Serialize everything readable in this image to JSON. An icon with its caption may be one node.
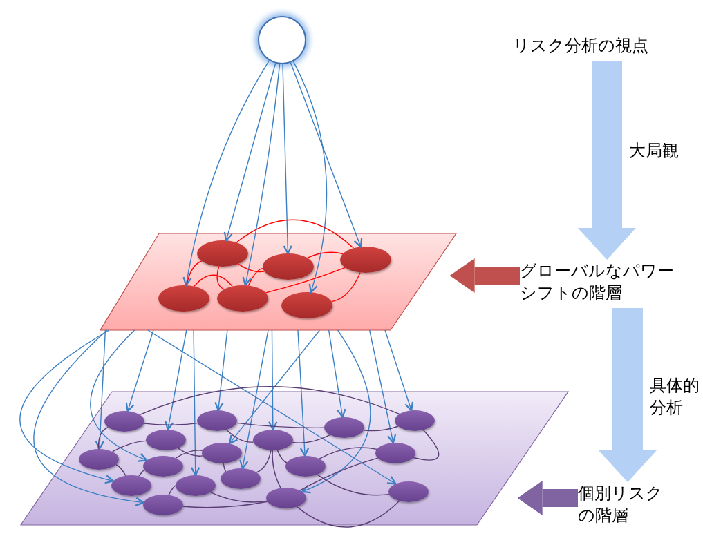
{
  "diagram": {
    "nodes": [
      {
        "text": [],
        "shape": "circle"
      },
      {
        "text": [],
        "shape": "parallelogram"
      },
      {
        "text": [],
        "shape": "ellipse",
        "in": 1
      },
      {
        "text": [],
        "shape": "ellipse",
        "in": 1
      },
      {
        "text": [],
        "shape": "ellipse",
        "in": 1
      },
      {
        "text": [],
        "shape": "ellipse",
        "in": 1
      },
      {
        "text": [],
        "shape": "ellipse",
        "in": 1
      },
      {
        "text": [],
        "shape": "ellipse",
        "in": 1
      },
      {
        "text": [],
        "shape": "parallelogram"
      },
      {
        "text": [],
        "shape": "ellipse",
        "in": 8
      },
      {
        "text": [],
        "shape": "ellipse",
        "in": 8
      },
      {
        "text": [],
        "shape": "ellipse",
        "in": 8
      },
      {
        "text": [],
        "shape": "ellipse",
        "in": 8
      },
      {
        "text": [],
        "shape": "ellipse",
        "in": 8
      },
      {
        "text": [],
        "shape": "ellipse",
        "in": 8
      },
      {
        "text": [],
        "shape": "ellipse",
        "in": 8
      },
      {
        "text": [],
        "shape": "ellipse",
        "in": 8
      },
      {
        "text": [],
        "shape": "ellipse",
        "in": 8
      },
      {
        "text": [],
        "shape": "ellipse",
        "in": 8
      },
      {
        "text": [],
        "shape": "ellipse",
        "in": 8
      },
      {
        "text": [],
        "shape": "ellipse",
        "in": 8
      },
      {
        "text": [],
        "shape": "ellipse",
        "in": 8
      },
      {
        "text": [],
        "shape": "ellipse",
        "in": 8
      },
      {
        "text": [],
        "shape": "ellipse",
        "in": 8
      },
      {
        "text": [],
        "shape": "ellipse",
        "in": 8
      },
      {
        "text": [],
        "shape": "ellipse",
        "in": 8
      },
      {
        "text": [
          "リスク分析の視点"
        ]
      },
      {
        "text": [
          "グローバルなパワーシフトの階層"
        ]
      },
      {
        "text": [
          "個別リスクの階層"
        ]
      }
    ],
    "edges": [
      {
        "from": 0,
        "to": 2,
        "arrow": "to"
      },
      {
        "from": 0,
        "to": 3,
        "arrow": "to"
      },
      {
        "from": 0,
        "to": 4,
        "arrow": "to"
      },
      {
        "from": 0,
        "to": 5,
        "arrow": "to"
      },
      {
        "from": 0,
        "to": 6,
        "arrow": "to"
      },
      {
        "from": 0,
        "to": 7,
        "arrow": "to"
      },
      {
        "from": 1,
        "to": 9,
        "arrow": "to"
      },
      {
        "from": 1,
        "to": 10,
        "arrow": "to"
      },
      {
        "from": 1,
        "to": 11,
        "arrow": "to"
      },
      {
        "from": 1,
        "to": 12,
        "arrow": "to"
      },
      {
        "from": 1,
        "to": 13,
        "arrow": "to"
      },
      {
        "from": 1,
        "to": 14,
        "arrow": "to"
      },
      {
        "from": 1,
        "to": 15,
        "arrow": "to"
      },
      {
        "from": 1,
        "to": 16,
        "arrow": "to"
      },
      {
        "from": 1,
        "to": 17,
        "arrow": "to"
      },
      {
        "from": 1,
        "to": 18,
        "arrow": "to"
      },
      {
        "from": 1,
        "to": 19,
        "arrow": "to"
      },
      {
        "from": 1,
        "to": 20,
        "arrow": "to"
      },
      {
        "from": 1,
        "to": 21,
        "arrow": "to"
      },
      {
        "from": 1,
        "to": 22,
        "arrow": "to"
      },
      {
        "from": 1,
        "to": 23,
        "arrow": "to"
      },
      {
        "from": 1,
        "to": 24,
        "arrow": "to"
      },
      {
        "from": 1,
        "to": 25,
        "arrow": "to"
      },
      {
        "from": 2,
        "to": 4,
        "arrow": "none",
        "color": "#ff0000"
      },
      {
        "from": 2,
        "to": 3,
        "arrow": "none",
        "color": "#ff0000"
      },
      {
        "from": 3,
        "to": 4,
        "arrow": "none",
        "color": "#ff0000"
      },
      {
        "from": 2,
        "to": 5,
        "arrow": "none",
        "color": "#ff0000"
      },
      {
        "from": 5,
        "to": 6,
        "arrow": "none",
        "color": "#ff0000"
      },
      {
        "from": 2,
        "to": 6,
        "arrow": "none",
        "color": "#ff0000"
      },
      {
        "from": 3,
        "to": 6,
        "arrow": "none",
        "color": "#ff0000"
      },
      {
        "from": 6,
        "to": 4,
        "arrow": "none",
        "color": "#ff0000"
      },
      {
        "from": 7,
        "to": 4,
        "arrow": "none",
        "color": "#ff0000"
      },
      {
        "from": 9,
        "to": 12,
        "arrow": "none",
        "color": "#5a3d73"
      },
      {
        "from": 9,
        "to": 10,
        "arrow": "none",
        "color": "#5a3d73"
      },
      {
        "from": 10,
        "to": 11,
        "arrow": "none",
        "color": "#5a3d73"
      },
      {
        "from": 10,
        "to": 14,
        "arrow": "none",
        "color": "#5a3d73"
      },
      {
        "from": 11,
        "to": 14,
        "arrow": "none",
        "color": "#5a3d73"
      },
      {
        "from": 11,
        "to": 12,
        "arrow": "none",
        "color": "#5a3d73"
      },
      {
        "from": 12,
        "to": 18,
        "arrow": "none",
        "color": "#5a3d73"
      },
      {
        "from": 9,
        "to": 15,
        "arrow": "none",
        "color": "#5a3d73"
      },
      {
        "from": 15,
        "to": 13,
        "arrow": "none",
        "color": "#5a3d73"
      },
      {
        "from": 13,
        "to": 16,
        "arrow": "none",
        "color": "#5a3d73"
      },
      {
        "from": 17,
        "to": 16,
        "arrow": "none",
        "color": "#5a3d73"
      },
      {
        "from": 16,
        "to": 22,
        "arrow": "none",
        "color": "#5a3d73"
      },
      {
        "from": 14,
        "to": 22,
        "arrow": "none",
        "color": "#5a3d73"
      },
      {
        "from": 14,
        "to": 25,
        "arrow": "none",
        "color": "#5a3d73"
      },
      {
        "from": 14,
        "to": 19,
        "arrow": "none",
        "color": "#5a3d73"
      },
      {
        "from": 19,
        "to": 18,
        "arrow": "none",
        "color": "#5a3d73"
      },
      {
        "from": 19,
        "to": 23,
        "arrow": "none",
        "color": "#5a3d73"
      },
      {
        "from": 18,
        "to": 25,
        "arrow": "none",
        "color": "#5a3d73"
      },
      {
        "from": 15,
        "to": 20,
        "arrow": "none",
        "color": "#5a3d73"
      },
      {
        "from": 20,
        "to": 17,
        "arrow": "none",
        "color": "#5a3d73"
      },
      {
        "from": 21,
        "to": 24,
        "arrow": "none",
        "color": "#5a3d73"
      },
      {
        "from": 21,
        "to": 25,
        "arrow": "none",
        "color": "#5a3d73"
      },
      {
        "from": 24,
        "to": 25,
        "arrow": "none",
        "color": "#5a3d73"
      },
      {
        "from": 25,
        "to": 23,
        "arrow": "none",
        "color": "#5a3d73"
      },
      {
        "from": 26,
        "to": 27,
        "arrow": "to",
        "label": "大局観",
        "style": "thick",
        "color": "#b4d0f4"
      },
      {
        "from": 27,
        "to": 28,
        "arrow": "to",
        "label": "具体的分析",
        "style": "thick",
        "color": "#b4d0f4"
      },
      {
        "from": 27,
        "to": 1,
        "arrow": "to",
        "style": "thick",
        "color": "#c0504d"
      },
      {
        "from": 28,
        "to": 8,
        "arrow": "to",
        "style": "thick",
        "color": "#8064a2"
      }
    ]
  }
}
